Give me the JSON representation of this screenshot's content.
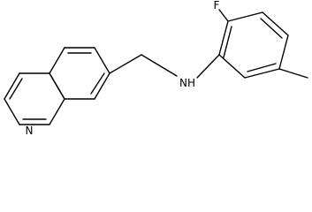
{
  "molecule": {
    "atoms": {
      "fluorine": "F",
      "amine": "NH",
      "quinoline_nitrogen": "N"
    }
  },
  "colors": {
    "background": "#ffffff",
    "ink": "#000000"
  }
}
